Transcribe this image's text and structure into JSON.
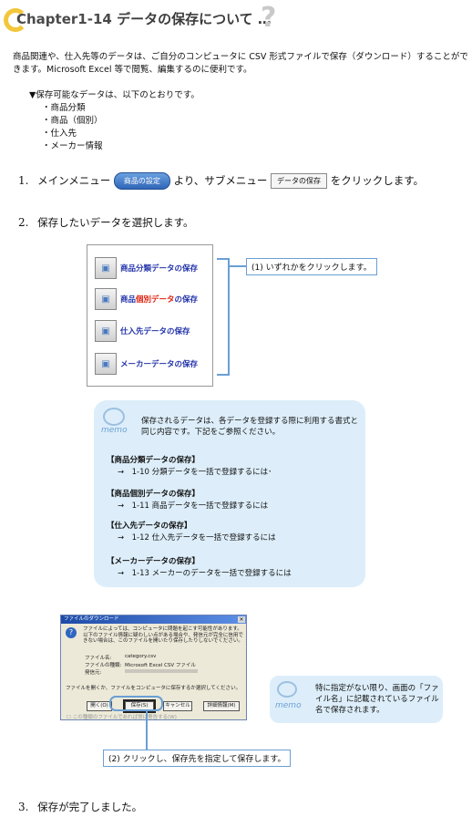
{
  "header": {
    "chapter": "Chapter1-14",
    "title": "データの保存について …"
  },
  "intro": "商品関連や、仕入先等のデータは、ご自分のコンピュータに CSV 形式ファイルで保存（ダウンロード）することができます。Microsoft Excel 等で閲覧、編集するのに便利です。",
  "list_head": "▼保存可能なデータは、以下のとおりです。",
  "list": [
    "・商品分類",
    "・商品（個別）",
    "・仕入先",
    "・メーカー情報"
  ],
  "step1": {
    "num": "1.",
    "pre": "メインメニュー",
    "menu_btn": "商品の設定",
    "mid": "より、サブメニュー",
    "sub_btn": "データの保存",
    "post": "をクリックします。"
  },
  "step2": {
    "num": "2.",
    "text": "保存したいデータを選択します。"
  },
  "panel": {
    "b1": "商品分類データの保存",
    "b2a": "商品",
    "b2b": "個別データ",
    "b2c": "の保存",
    "b3": "仕入先データの保存",
    "b4": "メーカーデータの保存"
  },
  "callout1": "(1) いずれかをクリックします。",
  "memo": {
    "icon_label": "memo",
    "text": "保存されるデータは、各データを登録する際に利用する書式と同じ内容です。下記をご参照ください。",
    "sections": [
      {
        "head": "【商品分類データの保存】",
        "ref": "→　1-10  分類データを一括で登録するには･"
      },
      {
        "head": "【商品個別データの保存】",
        "ref": "→　1-11  商品データを一括で登録するには"
      },
      {
        "head": "【仕入先データの保存】",
        "ref": "→　1-12  仕入先データを一括で登録するには"
      },
      {
        "head": "【メーカーデータの保存】",
        "ref": "→　1-13  メーカーのデータを一括で登録するには"
      }
    ]
  },
  "dialog": {
    "title": "ファイルのダウンロード",
    "close": "×",
    "msg": "ファイルによっては、コンピュータに問題を起こす可能性があります。以下のファイル情報に疑わしい点がある場合や、発信元が完全に信用できない場合は、このファイルを開いたり保存したりしないでください。",
    "name_label": "ファイル名:",
    "name_value": "category.csv",
    "type_label": "ファイルの種類:",
    "type_value": "Microsoft Excel CSV ファイル",
    "from_label": "発信元:",
    "question": "ファイルを開くか、ファイルをコンピュータに保存するか選択してください。",
    "btn_open": "開く(O)",
    "btn_save": "保存(S)",
    "btn_cancel": "キャンセル",
    "btn_detail": "詳細情報(M)",
    "checkbox": "この種類のファイルであれば常に警告する(W)"
  },
  "memo2": {
    "icon_label": "memo",
    "text": "特に指定がない限り、画面の「ファイル名」に記載されているファイル名で保存されます。"
  },
  "callout2": "(2) クリックし、保存先を指定して保存します。",
  "step3": {
    "num": "3.",
    "text": "保存が完了しました。"
  }
}
